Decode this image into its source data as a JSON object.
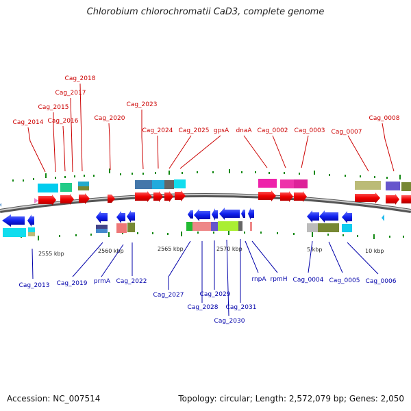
{
  "title": "Chlorobium chlorochromatii CaD3, complete genome",
  "accession_text": "Accession: NC_007514",
  "summary_text": "Topology: circular; Length: 2,572,079 bp; Genes: 2,050",
  "colors": {
    "top_label": "#cc0000",
    "bottom_label": "#0000aa",
    "backbone": "#888888",
    "tick": "#118811"
  },
  "scale_labels": [
    "2555 kbp",
    "2560 kbp",
    "2565 kbp",
    "2570 kbp",
    "5 kbp",
    "10 kbp"
  ],
  "top_labels": [
    "Cag_2014",
    "Cag_2015",
    "Cag_2016",
    "Cag_2017",
    "Cag_2018",
    "Cag_2020",
    "Cag_2023",
    "Cag_2024",
    "Cag_2025",
    "gpsA",
    "dnaA",
    "Cag_0002",
    "Cag_0003",
    "Cag_0007",
    "Cag_0008"
  ],
  "bottom_labels": [
    "Cag_2013",
    "Cag_2019",
    "prmA",
    "Cag_2022",
    "Cag_2027",
    "Cag_2028",
    "Cag_2029",
    "Cag_2030",
    "Cag_2031",
    "rnpA",
    "rpmH",
    "Cag_0004",
    "Cag_0005",
    "Cag_0006"
  ]
}
